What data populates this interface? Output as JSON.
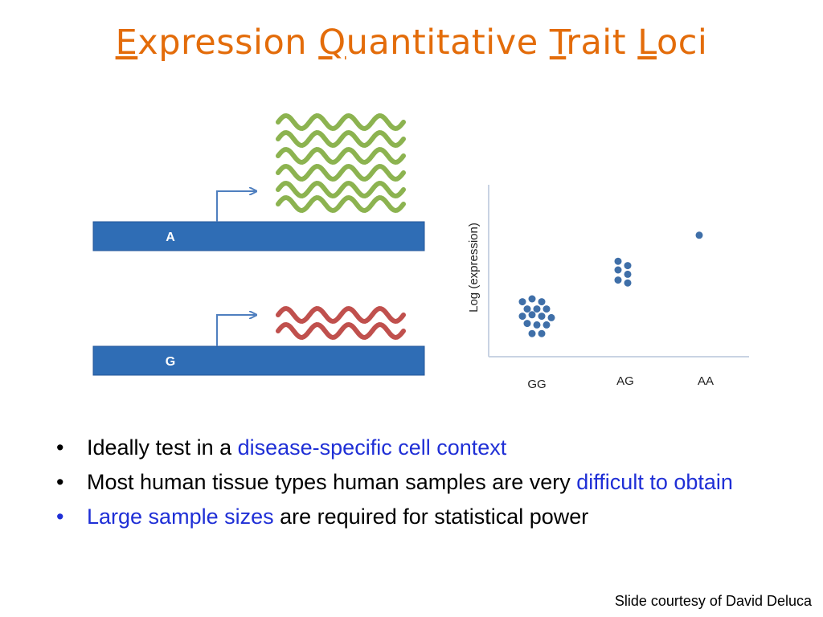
{
  "title": {
    "parts": [
      {
        "initial": "E",
        "rest": "xpression "
      },
      {
        "initial": "Q",
        "rest": "uantitative "
      },
      {
        "initial": "T",
        "rest": "rait "
      },
      {
        "initial": "L",
        "rest": "oci"
      }
    ]
  },
  "colors": {
    "title": "#e36c0a",
    "dna_bar": "#2f6db5",
    "transcript_high": "#8cb350",
    "transcript_low": "#c0504d",
    "point": "#3f6fa8",
    "highlight": "#1f2fd6"
  },
  "diagram": {
    "allele_top": "A",
    "allele_bottom": "G"
  },
  "chart_data": {
    "type": "scatter",
    "ylabel": "Log (expression)",
    "xlabel": "",
    "categories": [
      "GG",
      "AG",
      "AA"
    ],
    "series": [
      {
        "category": "GG",
        "points": [
          [
            -0.9,
            1.9
          ],
          [
            -0.3,
            2.0
          ],
          [
            0.3,
            1.9
          ],
          [
            -0.6,
            1.65
          ],
          [
            0.0,
            1.65
          ],
          [
            0.6,
            1.65
          ],
          [
            -0.9,
            1.4
          ],
          [
            -0.3,
            1.45
          ],
          [
            0.3,
            1.4
          ],
          [
            0.9,
            1.35
          ],
          [
            -0.6,
            1.15
          ],
          [
            0.0,
            1.1
          ],
          [
            0.6,
            1.1
          ],
          [
            -0.3,
            0.8
          ],
          [
            0.3,
            0.8
          ]
        ]
      },
      {
        "category": "AG",
        "points": [
          [
            -0.3,
            3.3
          ],
          [
            0.3,
            3.15
          ],
          [
            -0.3,
            3.0
          ],
          [
            0.3,
            2.85
          ],
          [
            -0.3,
            2.65
          ],
          [
            0.3,
            2.55
          ]
        ]
      },
      {
        "category": "AA",
        "points": [
          [
            0.0,
            4.2
          ]
        ]
      }
    ],
    "grid": false,
    "legend": "none"
  },
  "bullets": [
    {
      "text": "Ideally test in a ",
      "highlight": "disease-specific cell context",
      "after": ""
    },
    {
      "text": "Most human tissue types human samples are very ",
      "highlight": "difficult to obtain",
      "after": ""
    },
    {
      "text": "",
      "highlight": "Large sample sizes",
      "after": " are required for statistical power"
    }
  ],
  "bullet_glyph": "•",
  "credit": "Slide courtesy of David Deluca"
}
